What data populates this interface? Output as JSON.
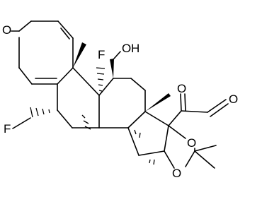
{
  "figure": {
    "type": "skeletal-structure",
    "atom_labels": {
      "o_ketone_a_ring": "O",
      "oh_11": "O",
      "h_11": "H",
      "fluoro_9": "F",
      "fluoro_6": "F",
      "o_c20": "O",
      "o_c21": "O",
      "o_acetonide_1": "O",
      "o_acetonide_2": "O"
    }
  }
}
